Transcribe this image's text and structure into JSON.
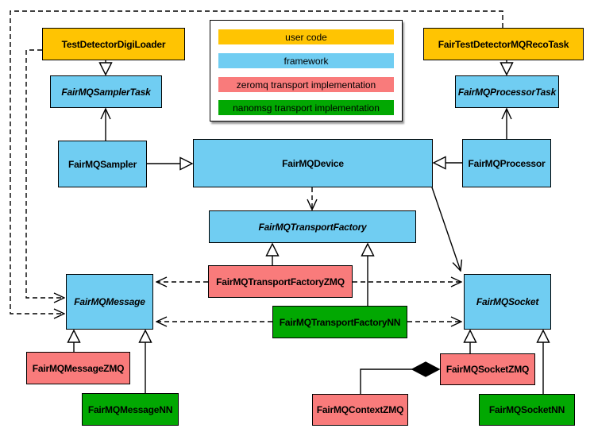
{
  "colors": {
    "user": "#FFC402",
    "framework": "#70CDF2",
    "zeromq": "#F97B7B",
    "nanomsg": "#02A802"
  },
  "legend": {
    "items": [
      {
        "label": "user code",
        "type": "user"
      },
      {
        "label": "framework",
        "type": "framework"
      },
      {
        "label": "zeromq transport implementation",
        "type": "zeromq"
      },
      {
        "label": "nanomsg transport implementation",
        "type": "nanomsg"
      }
    ]
  },
  "nodes": {
    "testDetectorDigiLoader": {
      "label": "TestDetectorDigiLoader",
      "type": "user"
    },
    "fairTestDetectorMQRecoTask": {
      "label": "FairTestDetectorMQRecoTask",
      "type": "user"
    },
    "fairMQSamplerTask": {
      "label": "FairMQSamplerTask",
      "type": "framework"
    },
    "fairMQProcessorTask": {
      "label": "FairMQProcessorTask",
      "type": "framework"
    },
    "fairMQSampler": {
      "label": "FairMQSampler",
      "type": "framework"
    },
    "fairMQDevice": {
      "label": "FairMQDevice",
      "type": "framework"
    },
    "fairMQProcessor": {
      "label": "FairMQProcessor",
      "type": "framework"
    },
    "fairMQTransportFactory": {
      "label": "FairMQTransportFactory",
      "type": "framework"
    },
    "fairMQTransportFactoryZMQ": {
      "label": "FairMQTransportFactoryZMQ",
      "type": "zeromq"
    },
    "fairMQTransportFactoryNN": {
      "label": "FairMQTransportFactoryNN",
      "type": "nanomsg"
    },
    "fairMQMessage": {
      "label": "FairMQMessage",
      "type": "framework"
    },
    "fairMQSocket": {
      "label": "FairMQSocket",
      "type": "framework"
    },
    "fairMQMessageZMQ": {
      "label": "FairMQMessageZMQ",
      "type": "zeromq"
    },
    "fairMQMessageNN": {
      "label": "FairMQMessageNN",
      "type": "nanomsg"
    },
    "fairMQContextZMQ": {
      "label": "FairMQContextZMQ",
      "type": "zeromq"
    },
    "fairMQSocketZMQ": {
      "label": "FairMQSocketZMQ",
      "type": "zeromq"
    },
    "fairMQSocketNN": {
      "label": "FairMQSocketNN",
      "type": "nanomsg"
    }
  }
}
